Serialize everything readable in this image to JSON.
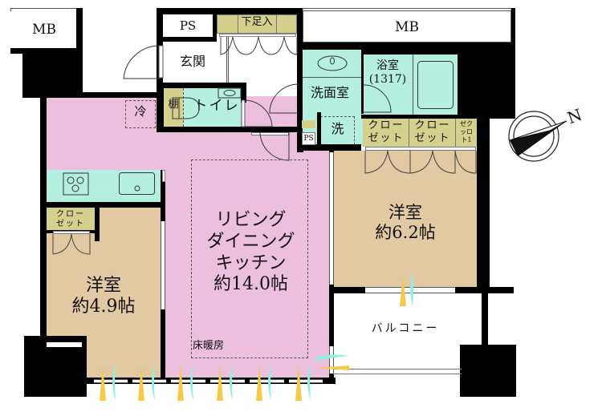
{
  "floor_plan": {
    "rooms": {
      "mb_left": "MB",
      "mb_right": "MB",
      "ps_top": "PS",
      "shoe_storage": "下足入",
      "entrance": "玄関",
      "shelf": "棚",
      "toilet": "トイレ",
      "fridge": "冷",
      "washroom": "洗面室",
      "washer": "洗",
      "ps_small": "PS",
      "bathroom_name": "浴室",
      "bathroom_size": "(1317)",
      "closet_1_line1": "クロー",
      "closet_1_line2": "ゼット",
      "closet_2_line1": "クロー",
      "closet_2_line2": "ゼット",
      "closet_3_line1": "ゼク",
      "closet_3_line2": "ッロ",
      "closet_3_line3": "ト1",
      "closet_left_line1": "クロー",
      "closet_left_line2": "ゼット",
      "ldk_line1": "リビング",
      "ldk_line2": "ダイニング",
      "ldk_line3": "キッチン",
      "ldk_size": "約14.0帖",
      "floor_heating": "床暖房",
      "western_right_name": "洋室",
      "western_right_size": "約6.2帖",
      "western_left_name": "洋室",
      "western_left_size": "約4.9帖",
      "balcony": "バルコニー"
    },
    "compass": {
      "label": "N",
      "icon": "compass-north-icon"
    },
    "colors": {
      "ldk": "#ecbfdc",
      "western_room": "#e2c9a3",
      "wet_area": "#b4efdf",
      "storage": "#d4d08e",
      "wall": "#000000",
      "light_arrow": "#f7c948",
      "wind_arrow": "#8ff0e0"
    }
  }
}
